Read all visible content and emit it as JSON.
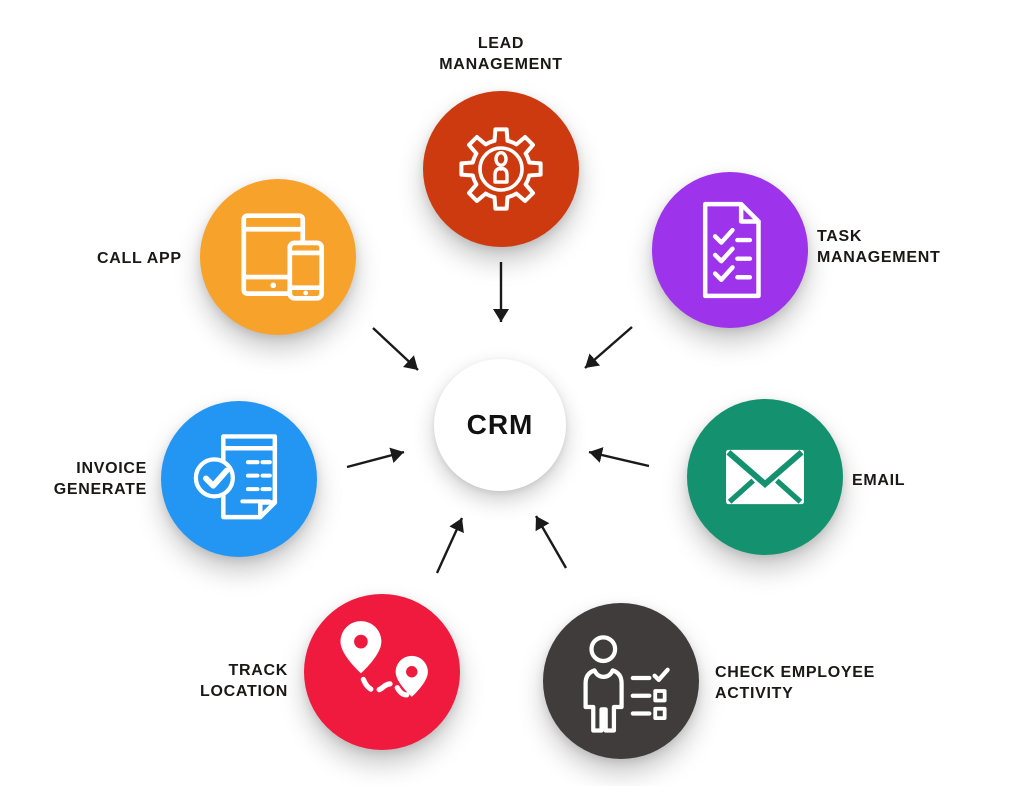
{
  "diagram": {
    "center": {
      "label": "CRM",
      "color": "#FFFFFF",
      "text_color": "#111111"
    },
    "arrow_color": "#1A1A1A",
    "label_color": "#1B1816",
    "background_color": "#FFFFFF",
    "nodes": [
      {
        "id": "lead-management",
        "label": "LEAD MANAGEMENT",
        "color": "#CD3A0F",
        "icon": "gear-person-icon"
      },
      {
        "id": "task-management",
        "label": "TASK MANAGEMENT",
        "color": "#9D33EB",
        "icon": "checklist-document-icon"
      },
      {
        "id": "email",
        "label": "EMAIL",
        "color": "#14916E",
        "icon": "envelope-icon"
      },
      {
        "id": "check-employee-activity",
        "label": "CHECK EMPLOYEE ACTIVITY",
        "color": "#403C3B",
        "icon": "employee-checklist-icon"
      },
      {
        "id": "track-location",
        "label": "TRACK LOCATION",
        "color": "#EF1A3E",
        "icon": "map-pins-route-icon"
      },
      {
        "id": "invoice-generate",
        "label": "INVOICE GENERATE",
        "color": "#2395F3",
        "icon": "invoice-check-icon"
      },
      {
        "id": "call-app",
        "label": "CALL APP",
        "color": "#F7A22B",
        "icon": "tablet-phone-icon"
      }
    ]
  }
}
